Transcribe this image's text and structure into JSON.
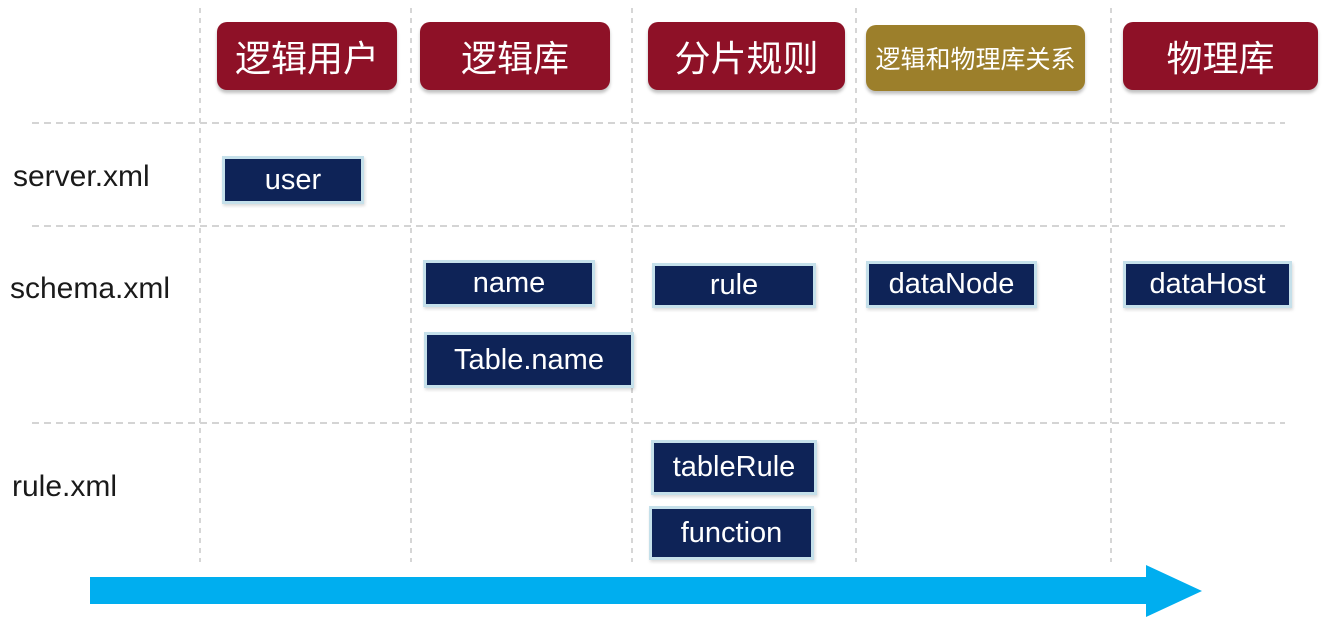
{
  "header": {
    "columns": [
      {
        "label": "逻辑用户",
        "color": "#8e1127"
      },
      {
        "label": "逻辑库",
        "color": "#8e1127"
      },
      {
        "label": "分片规则",
        "color": "#8e1127"
      },
      {
        "label": "逻辑和物理库关系",
        "color": "#9c7f2b"
      },
      {
        "label": "物理库",
        "color": "#8e1127"
      }
    ]
  },
  "rows": [
    {
      "label": "server.xml",
      "items": [
        {
          "label": "user",
          "column": "逻辑用户"
        }
      ]
    },
    {
      "label": "schema.xml",
      "items": [
        {
          "label": "name",
          "column": "逻辑库"
        },
        {
          "label": "Table.name",
          "column": "逻辑库"
        },
        {
          "label": "rule",
          "column": "分片规则"
        },
        {
          "label": "dataNode",
          "column": "逻辑和物理库关系"
        },
        {
          "label": "dataHost",
          "column": "物理库"
        }
      ]
    },
    {
      "label": "rule.xml",
      "items": [
        {
          "label": "tableRule",
          "column": "分片规则"
        },
        {
          "label": "function",
          "column": "分片规则"
        }
      ]
    }
  ],
  "arrow": {
    "direction": "right"
  },
  "colors": {
    "header_red": "#8e1127",
    "header_gold": "#9c7f2b",
    "item_navy": "#0e2357",
    "item_border": "#c5e0ea",
    "arrow_cyan": "#00aeef",
    "grid_gray": "#d6d6d6"
  }
}
